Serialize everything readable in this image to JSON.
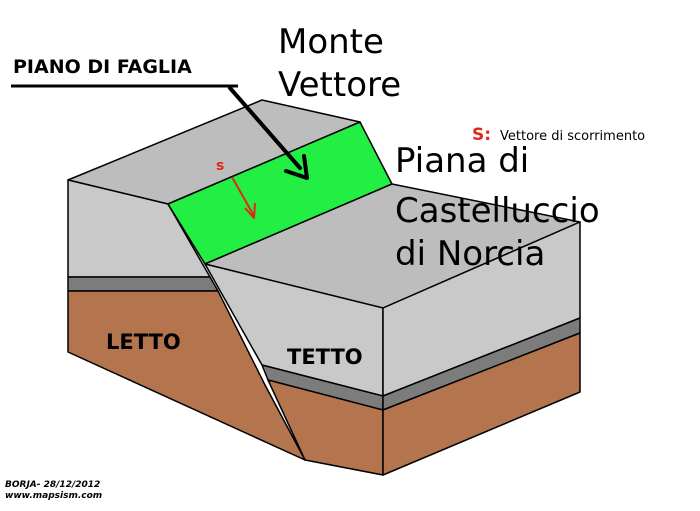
{
  "labels": {
    "fault_plane": "PIANO DI FAGLIA",
    "mountain_line1": "Monte",
    "mountain_line2": "Vettore",
    "plain_line1": "Piana di",
    "plain_line2": "Castelluccio",
    "plain_line3": "di Norcia",
    "footwall": "LETTO",
    "hangingwall": "TETTO",
    "slip_letter": "s",
    "legend_key": "S:",
    "legend_text": "Vettore di scorrimento",
    "credit_line1": "BORJA- 28/12/2012",
    "credit_line2": "www.mapsism.com"
  },
  "colors": {
    "top_face": "#bdbdbd",
    "side_face": "#c9c9c9",
    "dark_stratum": "#7c7c7c",
    "brown_layer": "#b3744e",
    "fault_plane": "#22ee44",
    "slip_vector": "#e0281a",
    "outline": "#000000"
  },
  "icons": {
    "pointer_arrow": "black-arrow-icon",
    "slip_arrow": "red-arrow-icon"
  }
}
